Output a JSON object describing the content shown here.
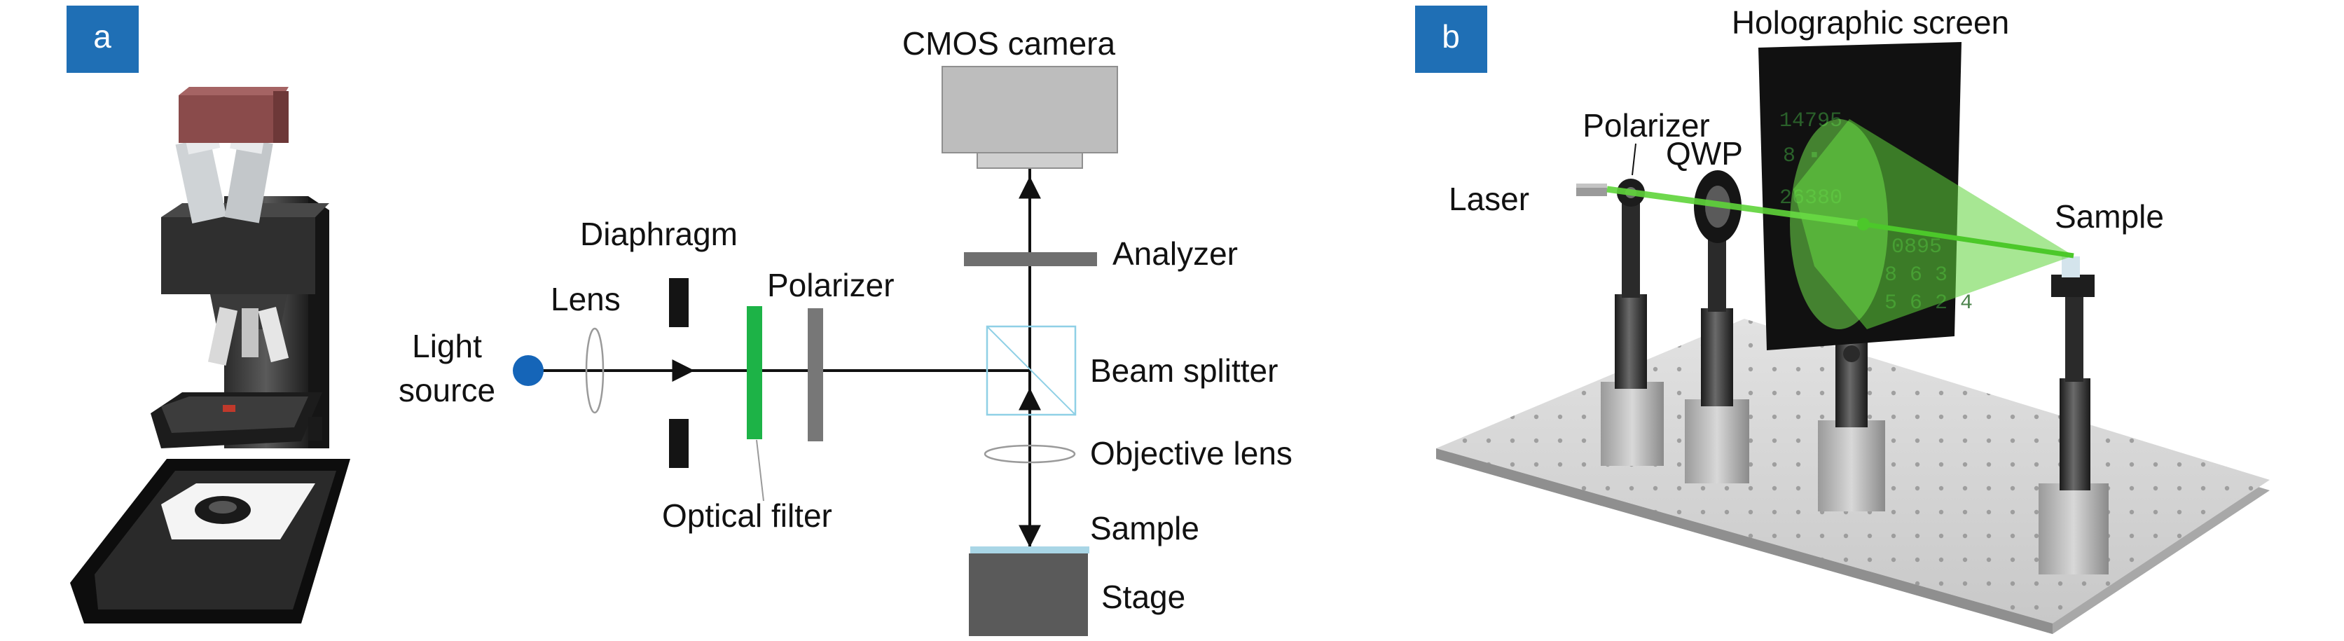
{
  "panel_a": {
    "letter": "a",
    "labels": {
      "cmos_camera": "CMOS camera",
      "diaphragm": "Diaphragm",
      "lens": "Lens",
      "polarizer": "Polarizer",
      "light_line1": "Light",
      "light_line2": "source",
      "analyzer": "Analyzer",
      "beam_splitter": "Beam splitter",
      "objective_lens": "Objective lens",
      "optical_filter": "Optical filter",
      "sample": "Sample",
      "stage": "Stage"
    }
  },
  "panel_b": {
    "letter": "b",
    "labels": {
      "holographic_screen": "Holographic screen",
      "polarizer": "Polarizer",
      "qwp": "QWP",
      "laser": "Laser",
      "sample": "Sample"
    }
  },
  "colors": {
    "panel_badge": "#1f6fb5",
    "light_source": "#1565b8",
    "filter_green": "#1db347",
    "beam_green": "#5fd43a",
    "camera_grey": "#bdbdbd",
    "stage_grey": "#5a5a5a",
    "screen_black": "#111111"
  }
}
